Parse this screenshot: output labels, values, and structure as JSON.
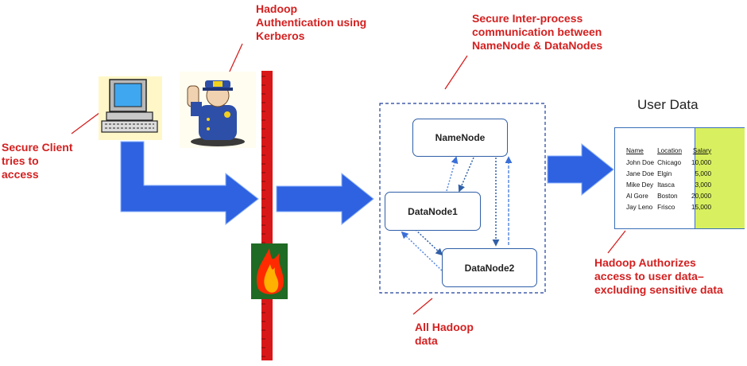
{
  "labels": {
    "auth": "Hadoop\nAuthentication using\nKerberos",
    "client": "Secure Client\ntries to\naccess",
    "ipc": "Secure Inter-process\ncommunication between\nNameNode & DataNodes",
    "authorize": "Hadoop Authorizes\naccess to user data–\nexcluding sensitive data",
    "all_data": "All Hadoop\ndata"
  },
  "nodes": {
    "namenode": "NameNode",
    "datanode1": "DataNode1",
    "datanode2": "DataNode2"
  },
  "user_data": {
    "title": "User Data",
    "headers": [
      "Name",
      "Location",
      "Salary"
    ],
    "rows": [
      [
        "John Doe",
        "Chicago",
        "10,000"
      ],
      [
        "Jane Doe",
        "Elgin",
        "5,000"
      ],
      [
        "Mike Dey",
        "Itasca",
        "3,000"
      ],
      [
        "Al Gore",
        "Boston",
        "20,000"
      ],
      [
        "Jay Leno",
        "Frisco",
        "15,000"
      ]
    ]
  },
  "colors": {
    "label_red": "#d42020",
    "arrow_blue": "#2f62e0",
    "firewall_red": "#d81818",
    "salary_highlight": "#d8f060",
    "node_border": "#2f5fa8"
  },
  "icons": [
    "computer-icon",
    "police-officer-icon",
    "fire-icon"
  ]
}
